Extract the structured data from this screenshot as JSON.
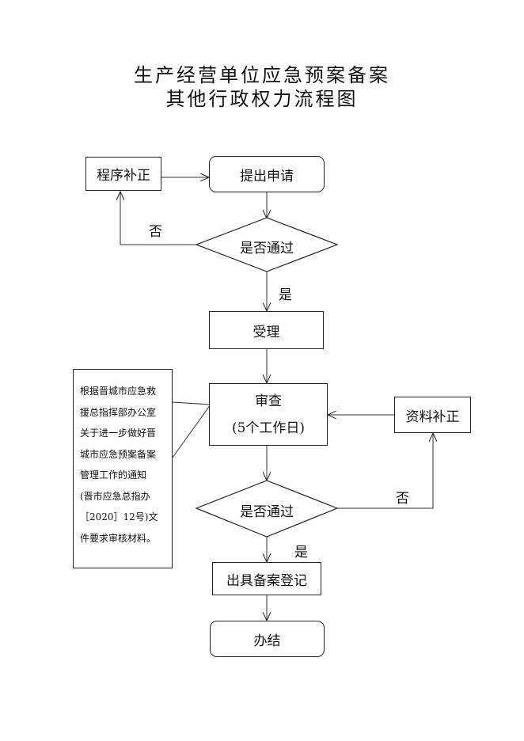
{
  "title": {
    "line1": "生产经营单位应急预案备案",
    "line2": "其他行政权力流程图"
  },
  "nodes": {
    "apply": "提出申请",
    "supplement_procedure": "程序补正",
    "check1": "是否通过",
    "accept": "受理",
    "review": "审查",
    "review_days": "(5个工作日)",
    "supplement_materials": "资料补正",
    "check2": "是否通过",
    "issue": "出具备案登记",
    "done": "办结"
  },
  "edge_labels": {
    "no1": "否",
    "yes1": "是",
    "no2": "否",
    "yes2": "是"
  },
  "note": {
    "lines": [
      "根据晋城市应急救",
      "援总指挥部办公室",
      "关于进一步做好晋",
      "城市应急预案备案",
      "管理工作的通知",
      "(晋市应急总指办",
      "［2020］12号)文",
      "件要求审核材料。"
    ]
  }
}
